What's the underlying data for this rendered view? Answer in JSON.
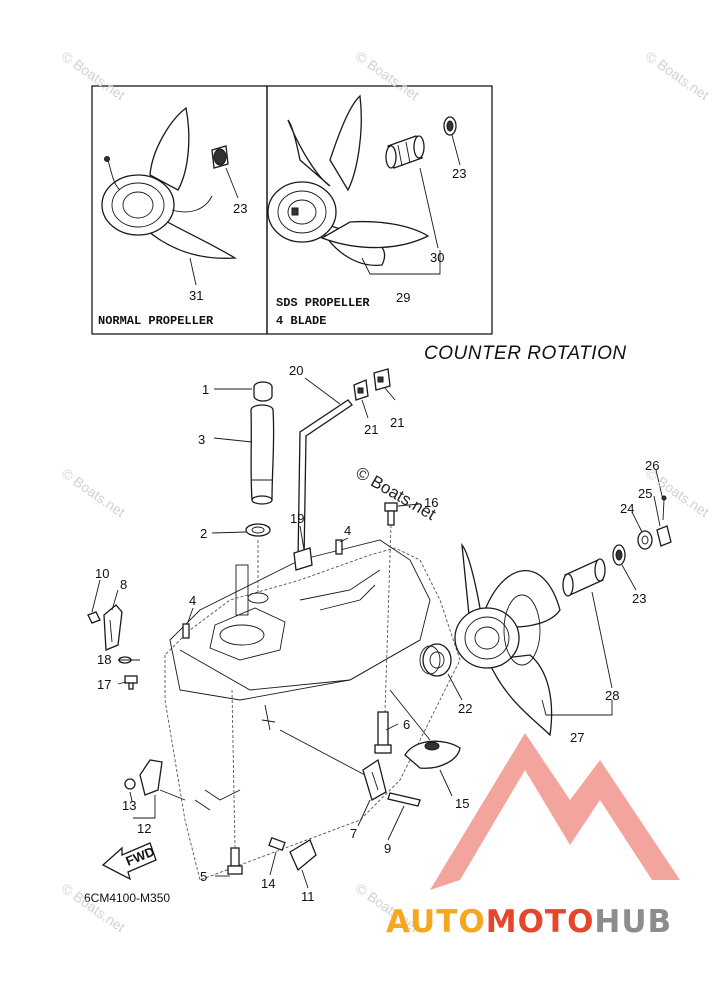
{
  "panels": {
    "normal": {
      "label": "NORMAL PROPELLER"
    },
    "sds": {
      "label_line1": "SDS PROPELLER",
      "label_line2": "4 BLADE"
    }
  },
  "rotation_label": "COUNTER  ROTATION",
  "diagram_code": "6CM4100-M350",
  "fwd_label": "FWD",
  "watermark": "© Boats.net",
  "brand": {
    "part1": "AUTO",
    "part2": "MOTO",
    "part3": "HUB"
  },
  "colors": {
    "brand_orange": "#f4a71f",
    "brand_red": "#e8452d",
    "brand_gray": "#8c8c8c",
    "logo_red": "#f08a80"
  },
  "callouts": {
    "n1": "1",
    "n2": "2",
    "n3": "3",
    "n4a": "4",
    "n4b": "4",
    "n5": "5",
    "n6": "6",
    "n7": "7",
    "n8": "8",
    "n9": "9",
    "n10": "10",
    "n11": "11",
    "n12": "12",
    "n13": "13",
    "n14": "14",
    "n15": "15",
    "n16": "16",
    "n17": "17",
    "n18": "18",
    "n19": "19",
    "n20": "20",
    "n21a": "21",
    "n21b": "21",
    "n22": "22",
    "n23a": "23",
    "n23b": "23",
    "n23c": "23",
    "n24": "24",
    "n25": "25",
    "n26": "26",
    "n27": "27",
    "n28": "28",
    "n29": "29",
    "n30": "30",
    "n31": "31"
  }
}
